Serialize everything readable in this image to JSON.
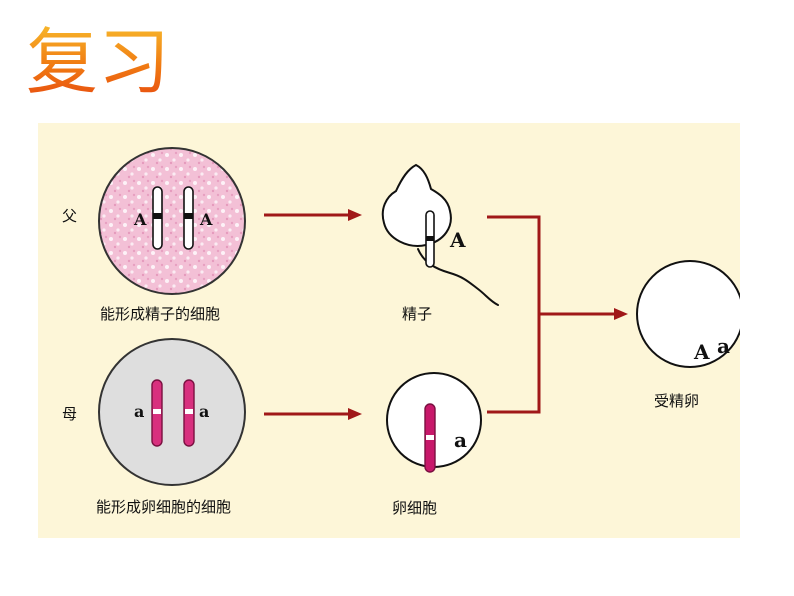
{
  "title": "复习",
  "labels": {
    "father": "父",
    "mother": "母",
    "father_cell": "能形成精子的细胞",
    "mother_cell": "能形成卵细胞的细胞",
    "sperm": "精子",
    "egg": "卵细胞",
    "zygote": "受精卵"
  },
  "alleles": {
    "father_left": "A",
    "father_right": "A",
    "mother_left": "a",
    "mother_right": "a",
    "sperm": "A",
    "egg": "a",
    "zygote_big_a": "A",
    "zygote_small_a": "a"
  },
  "colors": {
    "title": "#f08a10",
    "panel_bg": "#fdf6d8",
    "father_cell_fill": "#f3c6d8",
    "mother_cell_fill": "#dcdcdc",
    "arrow": "#a01818",
    "chromosome_pink": "#c8186a"
  }
}
